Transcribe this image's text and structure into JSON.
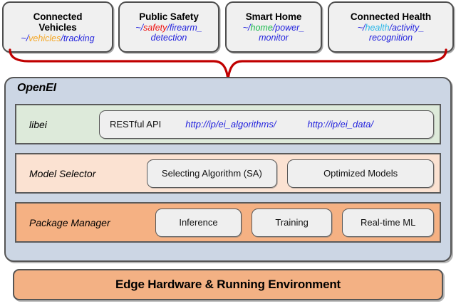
{
  "diagram": {
    "title": "OpenEI",
    "applications": [
      {
        "name": "app-connected-vehicles",
        "title": "Connected Vehicles",
        "title_line1": "Connected",
        "title_line2": "Vehicles",
        "path_prefix": "~/",
        "path_domain": "vehicles",
        "path_suffix": "/tracking",
        "path_suffix2": "",
        "domain_color": "#f5a623"
      },
      {
        "name": "app-public-safety",
        "title": "Public Safety",
        "title_line1": "Public Safety",
        "title_line2": "",
        "path_prefix": "~/",
        "path_domain": "safety",
        "path_suffix": "/firearm_",
        "path_suffix2": "detection",
        "domain_color": "#ee1111"
      },
      {
        "name": "app-smart-home",
        "title": "Smart Home",
        "title_line1": "Smart Home",
        "title_line2": "",
        "path_prefix": "~/",
        "path_domain": "home",
        "path_suffix": "/power_",
        "path_suffix2": "monitor",
        "domain_color": "#16b84a"
      },
      {
        "name": "app-connected-health",
        "title": "Connected Health",
        "title_line1": "Connected Health",
        "title_line2": "",
        "path_prefix": "~/",
        "path_domain": "health",
        "path_suffix": "/activity_",
        "path_suffix2": "recognition",
        "domain_color": "#29b6e8"
      }
    ],
    "layers": [
      {
        "name": "layer-libei",
        "label": "libei",
        "api_label": "RESTful API",
        "urls": [
          "http://ip/ei_algorithms/",
          "http://ip/ei_data/"
        ],
        "background": "#ddeada"
      },
      {
        "name": "layer-model-selector",
        "label": "Model Selector",
        "items": [
          "Selecting Algorithm (SA)",
          "Optimized Models"
        ],
        "background": "#fbe2d2"
      },
      {
        "name": "layer-package-manager",
        "label": "Package Manager",
        "items": [
          "Inference",
          "Training",
          "Real-time ML"
        ],
        "background": "#f5b183"
      }
    ],
    "footer": {
      "label": "Edge Hardware & Running Environment",
      "background": "#f3b184"
    },
    "connector": {
      "name": "red-connector-bus",
      "color": "#c00000"
    },
    "colors": {
      "container_bg": "#ccd6e4",
      "box_bg": "#f0f0f0",
      "border": "#555555",
      "url_blue": "#2222dd"
    }
  }
}
